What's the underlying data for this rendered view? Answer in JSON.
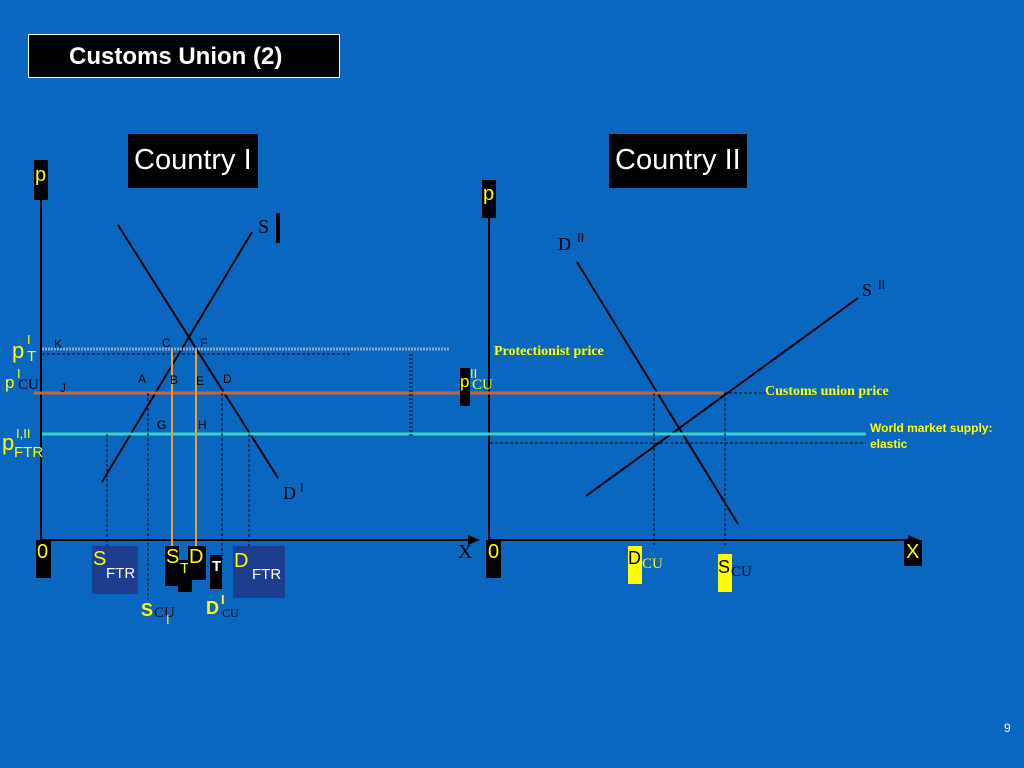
{
  "slide": {
    "title": "Customs Union (2)",
    "page_number": "9"
  },
  "country1": {
    "title": "Country I",
    "axis_p": "p",
    "axis_x": "X",
    "origin": "0",
    "supply_label": "S",
    "demand_label": "D",
    "demand_sup": "I",
    "points": {
      "K": "K",
      "C": "C",
      "F": "F",
      "A": "A",
      "B": "B",
      "E": "E",
      "D": "D",
      "G": "G",
      "H": "H",
      "J": "J"
    },
    "price_labels": {
      "pT_main": "p",
      "pT_sup": "I",
      "pT_sub": "T",
      "pCU_main": "p",
      "pCU_sup": "I",
      "pCU_sub": "CU",
      "pFTR_main": "p",
      "pFTR_sup": "I,II",
      "pFTR_sub": "FTR"
    },
    "quantity_labels": {
      "SFTR_main": "S",
      "SFTR_sub": "FTR",
      "ST_main": "S",
      "ST_sub": "T",
      "DT_main": "D",
      "DT_sub": "T",
      "DFTR_main": "D",
      "DFTR_sub": "FTR",
      "SCU_main": "S",
      "SCU_sub": "CU",
      "SCU_sup": "I",
      "DCU_main": "D",
      "DCU_sup": "I",
      "DCU_sub": "CU"
    }
  },
  "country2": {
    "title": "Country II",
    "axis_p": "p",
    "axis_x": "X",
    "origin": "0",
    "demand_label": "D",
    "demand_sup": "II",
    "supply_label": "S",
    "supply_sup": "II",
    "price_label_main": "p",
    "price_label_sup": "II",
    "price_label_sub": "CU",
    "quantity_labels": {
      "DCU_main": "D",
      "DCU_sub": "CU",
      "SCU_main": "S",
      "SCU_sub": "CU"
    }
  },
  "annotations": {
    "protectionist": "Protectionist price",
    "customs_union": "Customs union price",
    "world_supply_line1": "World market supply:",
    "world_supply_line2": "elastic"
  },
  "colors": {
    "background": "#0a67bf",
    "highlight_yellow": "#ffff00",
    "customs_line": "#c8643c",
    "world_line": "#3cd2c8",
    "orange_guide": "#e8a040"
  }
}
